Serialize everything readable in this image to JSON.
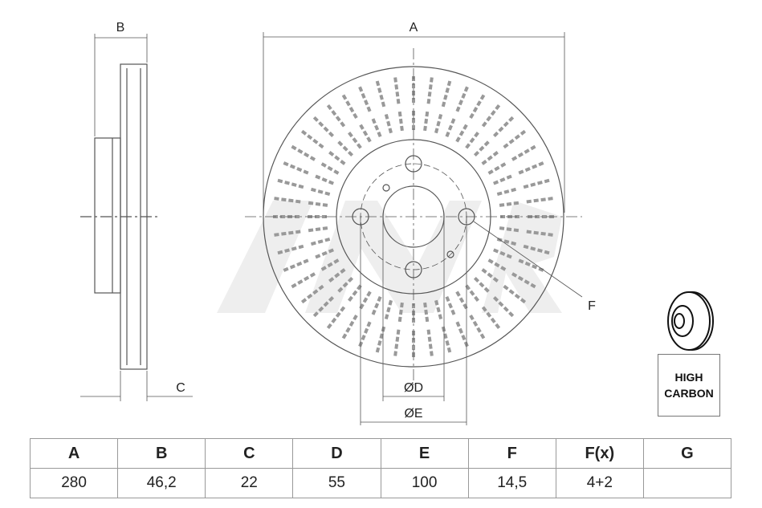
{
  "drawing": {
    "labels": {
      "A": "A",
      "B": "B",
      "C": "C",
      "D": "ØD",
      "E": "ØE",
      "F": "F"
    },
    "badge": {
      "line1": "HIGH",
      "line2": "CARBON"
    }
  },
  "table": {
    "headers": [
      "A",
      "B",
      "C",
      "D",
      "E",
      "F",
      "F(x)",
      "G"
    ],
    "values": [
      "280",
      "46,2",
      "22",
      "55",
      "100",
      "14,5",
      "4+2",
      ""
    ]
  }
}
